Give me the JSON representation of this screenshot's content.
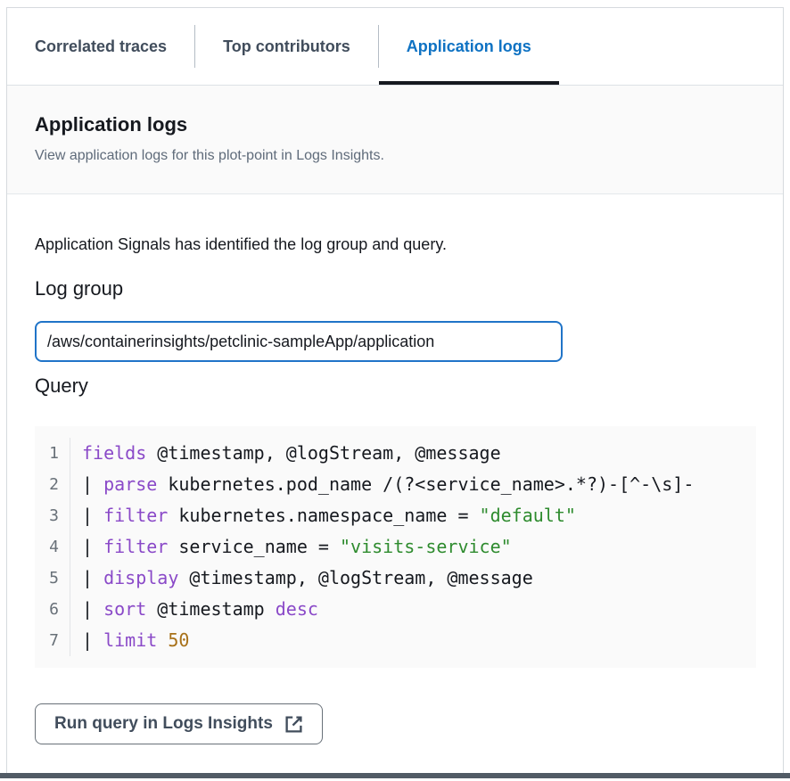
{
  "tabs": [
    {
      "label": "Correlated traces",
      "active": false
    },
    {
      "label": "Top contributors",
      "active": false
    },
    {
      "label": "Application logs",
      "active": true
    }
  ],
  "header": {
    "title": "Application logs",
    "subtitle": "View application logs for this plot-point in Logs Insights."
  },
  "content": {
    "description": "Application Signals has identified the log group and query.",
    "log_group": {
      "label": "Log group",
      "value": "/aws/containerinsights/petclinic-sampleApp/application"
    },
    "query": {
      "label": "Query",
      "lines": [
        {
          "num": "1",
          "tokens": [
            [
              "keyword",
              "fields"
            ],
            [
              "plain",
              " @timestamp, @logStream, @message"
            ]
          ]
        },
        {
          "num": "2",
          "tokens": [
            [
              "plain",
              "| "
            ],
            [
              "keyword",
              "parse"
            ],
            [
              "plain",
              " kubernetes.pod_name /(?<service_name>.*?)-[^-\\s]-"
            ]
          ]
        },
        {
          "num": "3",
          "tokens": [
            [
              "plain",
              "| "
            ],
            [
              "keyword",
              "filter"
            ],
            [
              "plain",
              " kubernetes.namespace_name = "
            ],
            [
              "string",
              "\"default\""
            ]
          ]
        },
        {
          "num": "4",
          "tokens": [
            [
              "plain",
              "| "
            ],
            [
              "keyword",
              "filter"
            ],
            [
              "plain",
              " service_name = "
            ],
            [
              "string",
              "\"visits-service\""
            ]
          ]
        },
        {
          "num": "5",
          "tokens": [
            [
              "plain",
              "| "
            ],
            [
              "keyword",
              "display"
            ],
            [
              "plain",
              " @timestamp, @logStream, @message"
            ]
          ]
        },
        {
          "num": "6",
          "tokens": [
            [
              "plain",
              "| "
            ],
            [
              "keyword",
              "sort"
            ],
            [
              "plain",
              " @timestamp "
            ],
            [
              "keyword",
              "desc"
            ]
          ]
        },
        {
          "num": "7",
          "tokens": [
            [
              "plain",
              "| "
            ],
            [
              "keyword",
              "limit"
            ],
            [
              "plain",
              " "
            ],
            [
              "number",
              "50"
            ]
          ]
        }
      ]
    },
    "run_button_label": "Run query in Logs Insights"
  },
  "colors": {
    "active_tab_blue": "#0e72c3",
    "tab_underline": "#16191f",
    "input_border_blue": "#2074c8",
    "code_keyword": "#8a49c8",
    "code_string": "#2e8b2e",
    "code_number": "#a87119",
    "code_plain": "#16191f",
    "bottom_divider": "#515b65"
  }
}
